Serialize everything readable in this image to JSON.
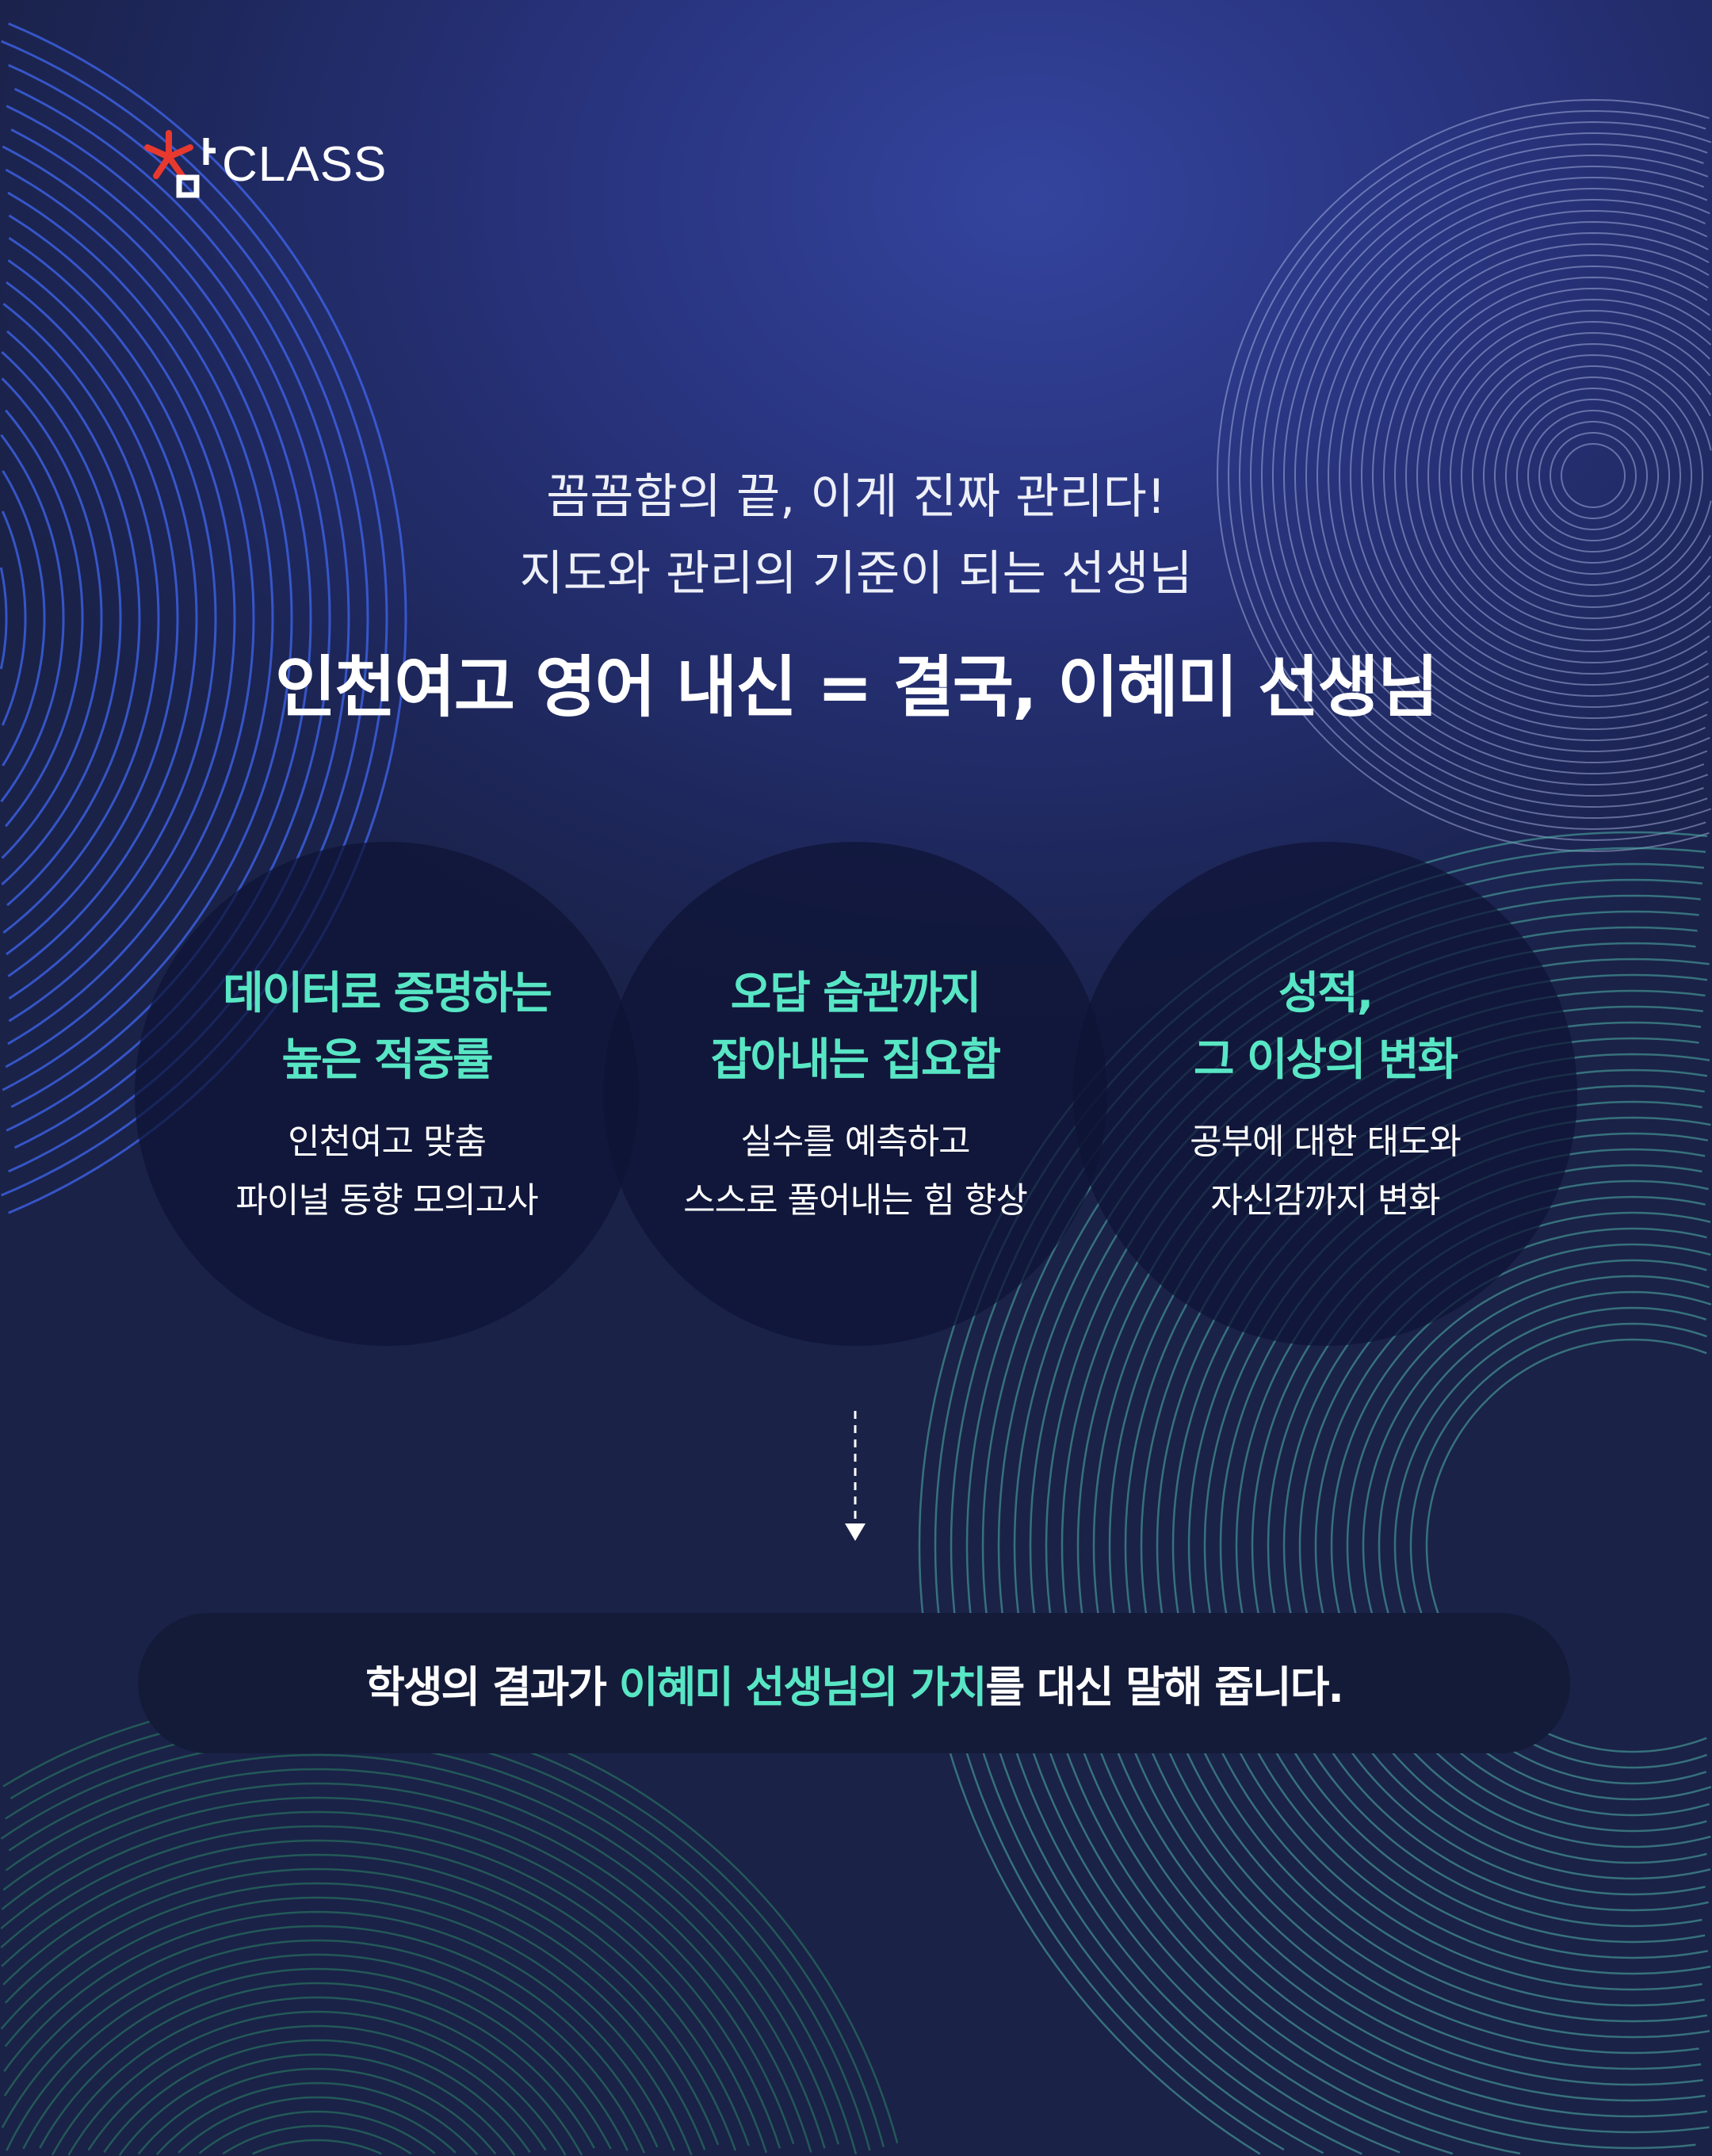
{
  "logo": {
    "text": "CLASS",
    "brand_mark": "참"
  },
  "header": {
    "line1": "꼼꼼함의 끝, 이게 진짜 관리다!",
    "line2": "지도와 관리의 기준이 되는 선생님",
    "title": "인천여고 영어 내신 = 결국, 이혜미 선생님"
  },
  "features": [
    {
      "heading1": "데이터로 증명하는",
      "heading2": "높은 적중률",
      "body1": "인천여고 맞춤",
      "body2": "파이널 동향 모의고사"
    },
    {
      "heading1": "오답 습관까지",
      "heading2": "잡아내는 집요함",
      "body1": "실수를 예측하고",
      "body2": "스스로 풀어내는 힘 향상"
    },
    {
      "heading1": "성적,",
      "heading2": "그 이상의 변화",
      "body1": "공부에 대한 태도와",
      "body2": "자신감까지 변화"
    }
  ],
  "conclusion": {
    "part1": "학생의 결과가 ",
    "highlight": "이혜미 선생님의 가치",
    "part2": "를 대신 말해 줍니다."
  },
  "colors": {
    "accent": "#58e6c4",
    "logo_red": "#e8392f",
    "background": "#27327a"
  }
}
